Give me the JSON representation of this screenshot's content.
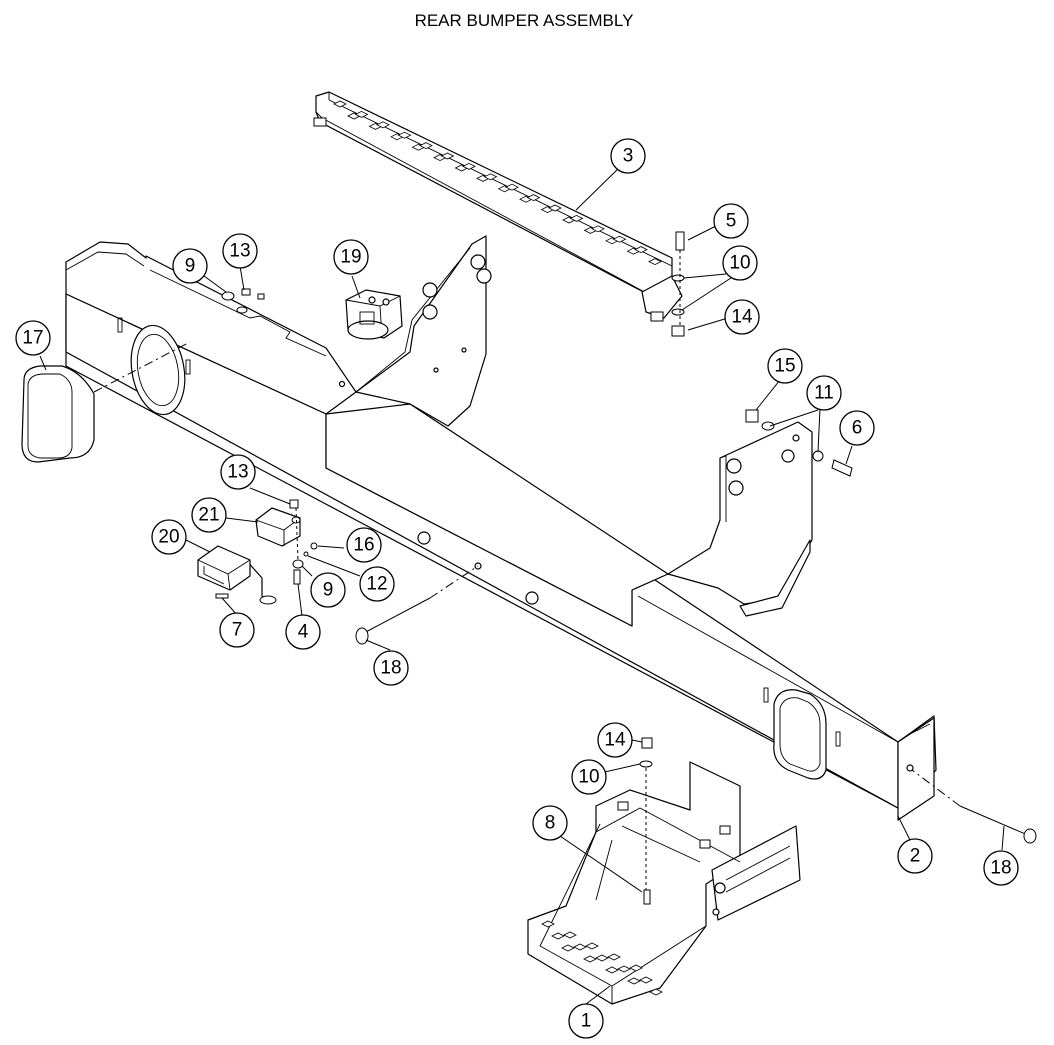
{
  "title": "REAR BUMPER ASSEMBLY",
  "callouts": [
    {
      "id": "c1",
      "label": "1"
    },
    {
      "id": "c2",
      "label": "2"
    },
    {
      "id": "c3",
      "label": "3"
    },
    {
      "id": "c4",
      "label": "4"
    },
    {
      "id": "c5",
      "label": "5"
    },
    {
      "id": "c6",
      "label": "6"
    },
    {
      "id": "c7",
      "label": "7"
    },
    {
      "id": "c8",
      "label": "8"
    },
    {
      "id": "c9a",
      "label": "9"
    },
    {
      "id": "c9b",
      "label": "9"
    },
    {
      "id": "c10a",
      "label": "10"
    },
    {
      "id": "c10b",
      "label": "10"
    },
    {
      "id": "c11",
      "label": "11"
    },
    {
      "id": "c12",
      "label": "12"
    },
    {
      "id": "c13a",
      "label": "13"
    },
    {
      "id": "c13b",
      "label": "13"
    },
    {
      "id": "c14a",
      "label": "14"
    },
    {
      "id": "c14b",
      "label": "14"
    },
    {
      "id": "c15",
      "label": "15"
    },
    {
      "id": "c16",
      "label": "16"
    },
    {
      "id": "c17",
      "label": "17"
    },
    {
      "id": "c18a",
      "label": "18"
    },
    {
      "id": "c18b",
      "label": "18"
    },
    {
      "id": "c19",
      "label": "19"
    },
    {
      "id": "c20",
      "label": "20"
    },
    {
      "id": "c21",
      "label": "21"
    }
  ]
}
